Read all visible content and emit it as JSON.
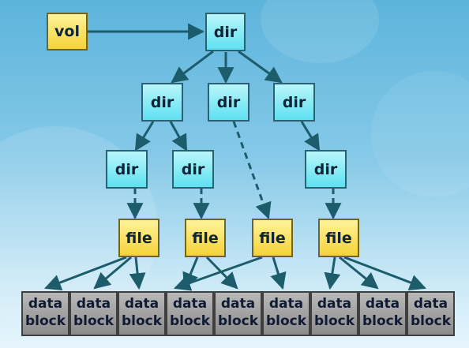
{
  "diagram": {
    "root": {
      "label": "vol"
    },
    "top_dir": {
      "label": "dir"
    },
    "level2": [
      {
        "label": "dir"
      },
      {
        "label": "dir"
      },
      {
        "label": "dir"
      }
    ],
    "level3": [
      {
        "label": "dir"
      },
      {
        "label": "dir"
      },
      {
        "label": "dir"
      }
    ],
    "files": [
      {
        "label": "file"
      },
      {
        "label": "file"
      },
      {
        "label": "file"
      },
      {
        "label": "file"
      }
    ],
    "data_blocks": [
      {
        "line1": "data",
        "line2": "block"
      },
      {
        "line1": "data",
        "line2": "block"
      },
      {
        "line1": "data",
        "line2": "block"
      },
      {
        "line1": "data",
        "line2": "block"
      },
      {
        "line1": "data",
        "line2": "block"
      },
      {
        "line1": "data",
        "line2": "block"
      },
      {
        "line1": "data",
        "line2": "block"
      },
      {
        "line1": "data",
        "line2": "block"
      },
      {
        "line1": "data",
        "line2": "block"
      }
    ],
    "colors": {
      "dir_fill": "#5fe0f0",
      "vol_file_fill": "#f4d238",
      "data_block_fill": "#9a9a9a",
      "arrow": "#1d5c6b"
    }
  }
}
